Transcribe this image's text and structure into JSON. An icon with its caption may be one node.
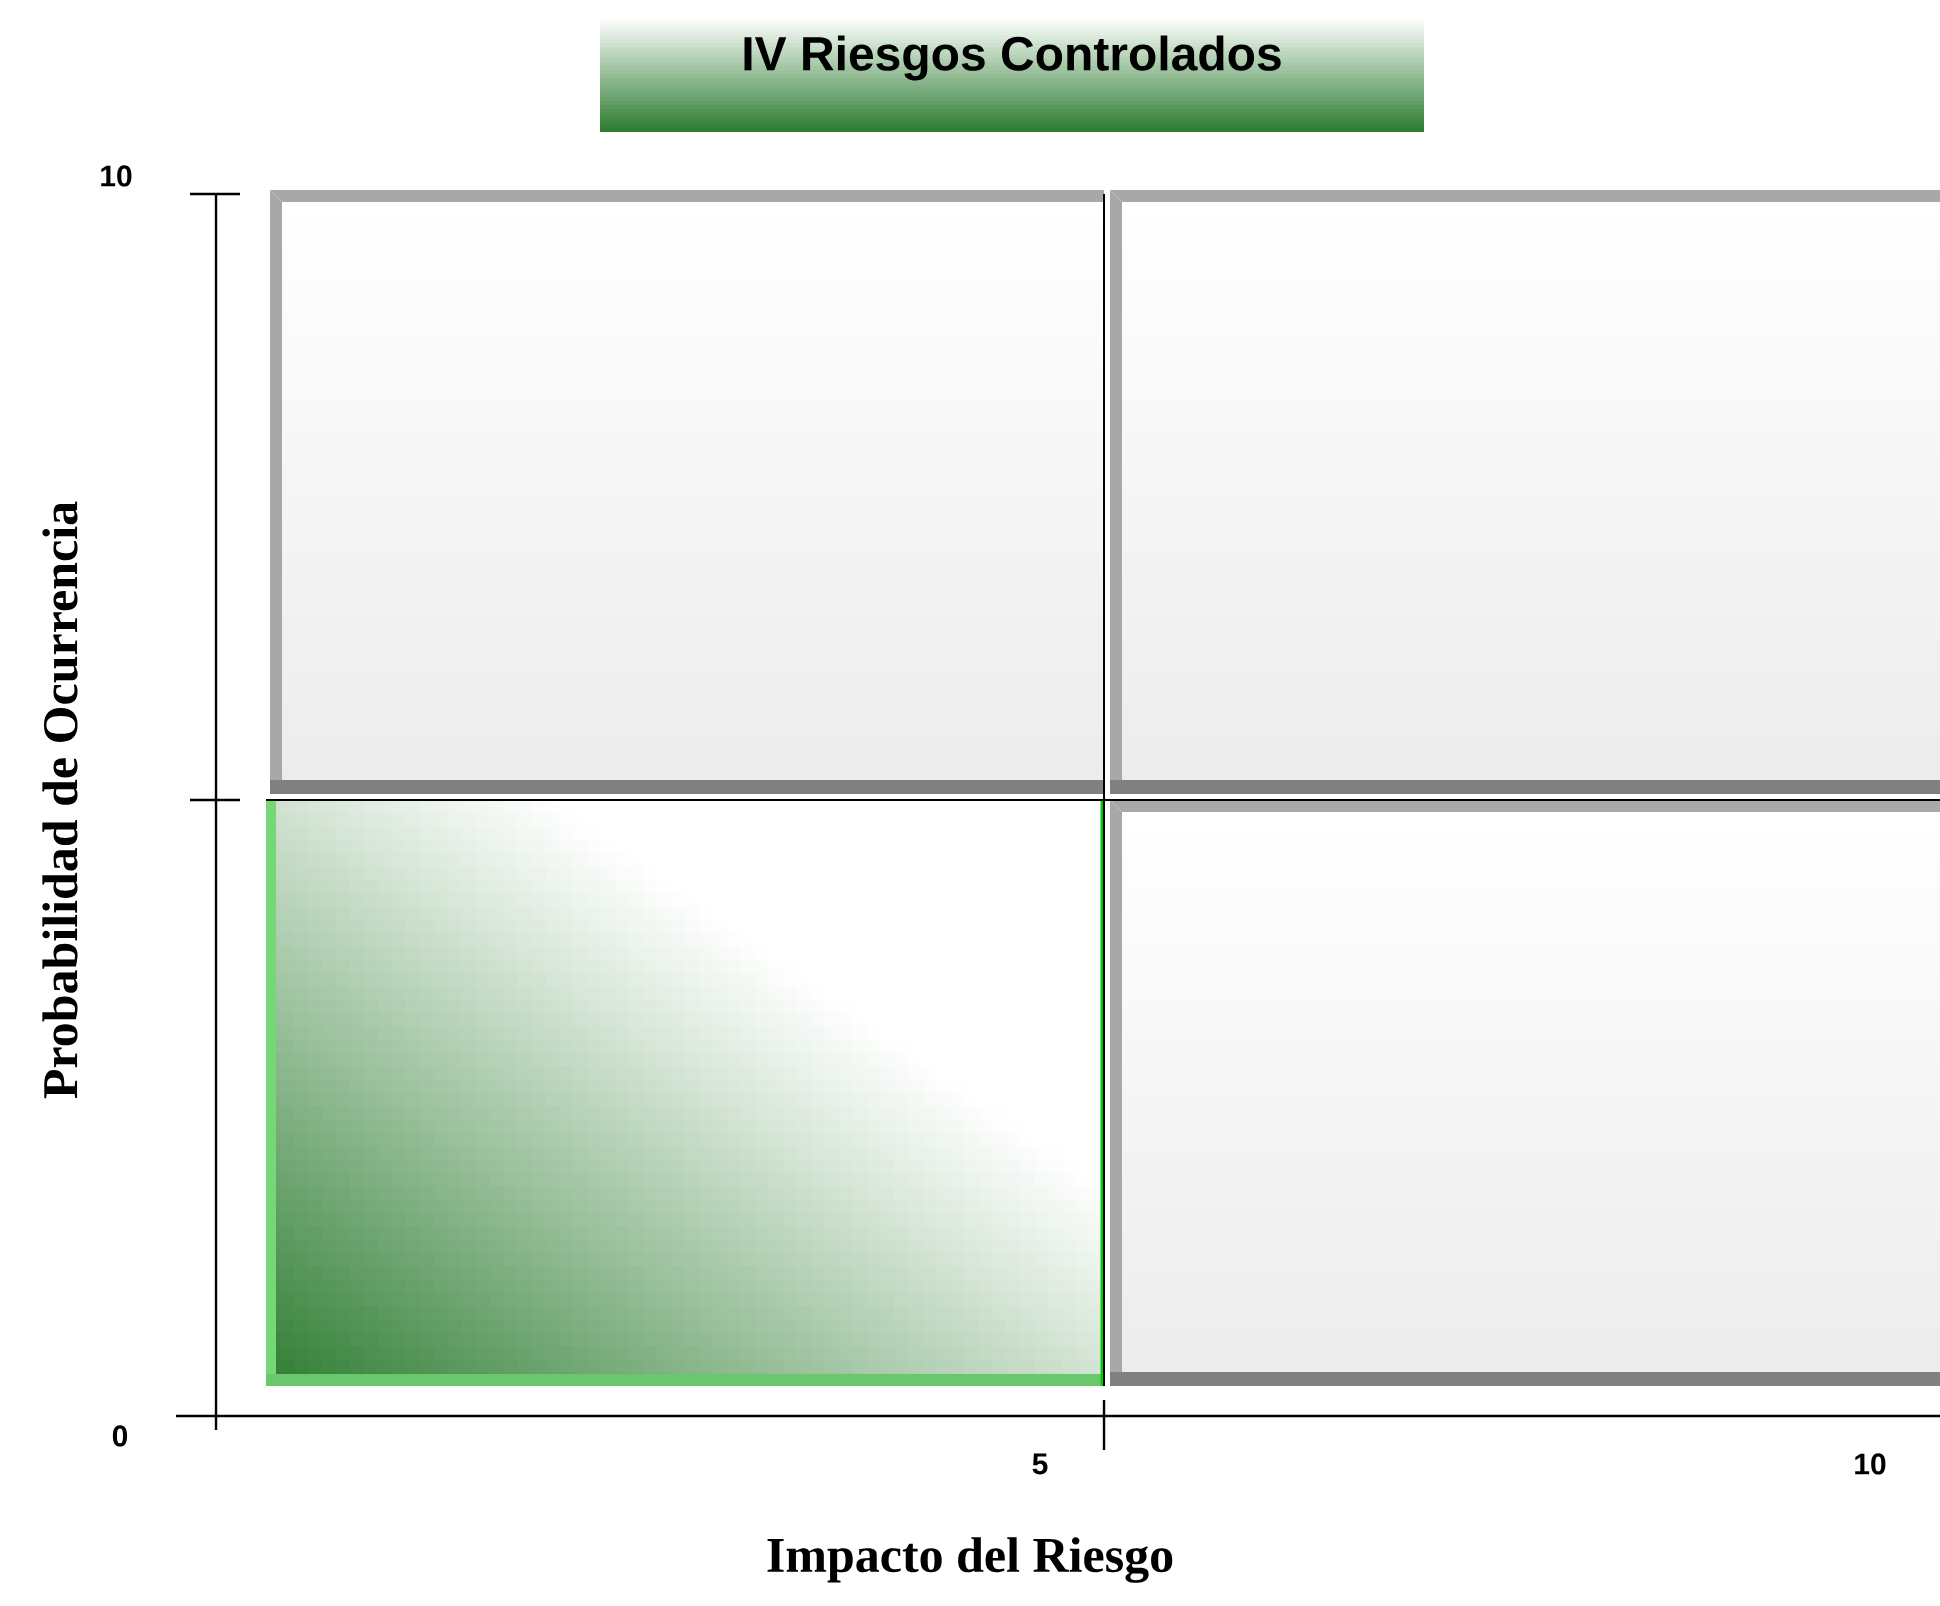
{
  "diagram": {
    "nodes": [
      {
        "text": [
          "IV Riesgos Controlados"
        ]
      },
      {
        "text": [],
        "shape": "box"
      },
      {
        "text": [],
        "shape": "box"
      },
      {
        "text": [],
        "shape": "box"
      },
      {
        "text": [],
        "shape": "box"
      }
    ],
    "labels": [
      "10",
      "Probabilidad de Ocurrencia",
      "0",
      "5",
      "10",
      "Impacto del Riesgo"
    ]
  }
}
